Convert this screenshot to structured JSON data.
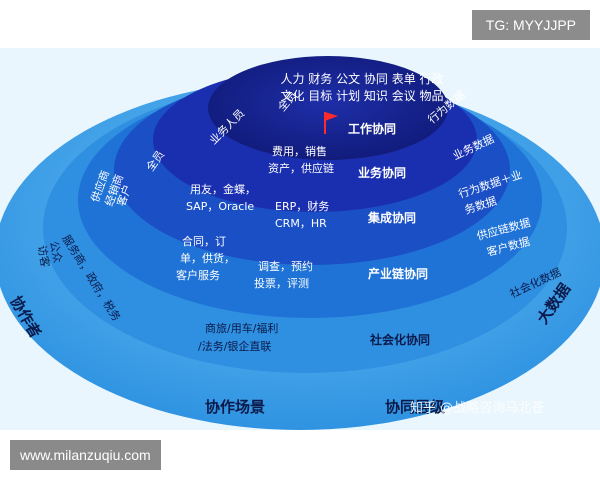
{
  "watermark_tg": "TG: MYYJJPP",
  "watermark_url": "www.milanzuqiu.com",
  "watermark_zhihu": "知乎 @战略咨询马北苍",
  "colors": {
    "ring_outer": "#3aa0e8",
    "ring_social": "#2f8fe0",
    "ring_chain": "#1f73d6",
    "ring_integration": "#1a4fc6",
    "ring_business": "#1a2fb0",
    "core": "#16208a",
    "flag": "#ff2a2a",
    "text_dark": "#0b1a4a",
    "text_light": "#ffffff"
  },
  "axes": {
    "collaborators": "协作者",
    "scenarios": "协作场景",
    "levels": "协同层级",
    "big_data": "大数据"
  },
  "layers": {
    "core": {
      "title": "工作协同",
      "content_line1": "人力 财务 公文 协同 表单 行政",
      "content_line2": "文化 目标 计划 知识 会议 物品",
      "actor": "全员",
      "data": "行为数据"
    },
    "business": {
      "title": "业务协同",
      "actor": "业务人员",
      "content_line1": "费用，销售",
      "content_line2": "资产，供应链",
      "data": "业务数据"
    },
    "integration": {
      "title": "集成协同",
      "actor": "全员",
      "content_a_line1": "用友，金蝶，",
      "content_a_line2": "SAP，Oracle",
      "content_b_line1": "ERP，财务",
      "content_b_line2": "CRM，HR",
      "data_line1": "行为数据＋业",
      "data_line2": "务数据"
    },
    "chain": {
      "title": "产业链协同",
      "actor_line1": "供应商",
      "actor_line2": "经销商",
      "actor_line3": "客户",
      "content_a_line1": "合同，订",
      "content_a_line2": "单，供货，",
      "content_a_line3": "客户服务",
      "content_b_line1": "调查，预约",
      "content_b_line2": "投票，评测",
      "data_line1": "供应链数据",
      "data_line2": "客户数据"
    },
    "social": {
      "title": "社会化协同",
      "actor_line1": "服务商，政府，税务",
      "actor_line2": "公众",
      "actor_line3": "访客",
      "content_line1": "商旅/用车/福利",
      "content_line2": "/法务/银企直联",
      "data": "社会化数据"
    }
  }
}
